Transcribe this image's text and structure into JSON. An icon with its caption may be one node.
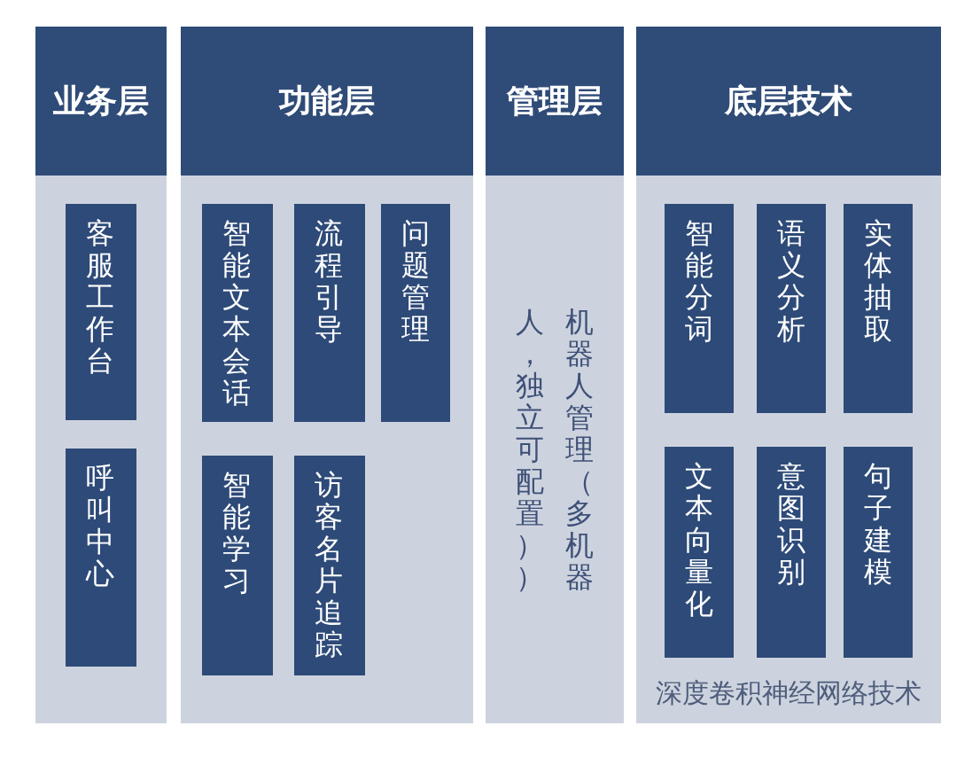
{
  "diagram": {
    "nodes": [
      {
        "text": [
          "业务层"
        ]
      },
      {
        "text": [
          "客服工作台"
        ],
        "in": 0
      },
      {
        "text": [
          "呼叫中心"
        ],
        "in": 0
      },
      {
        "text": [
          "功能层"
        ]
      },
      {
        "text": [
          "智能文本会话"
        ],
        "in": 3
      },
      {
        "text": [
          "流程引导"
        ],
        "in": 3
      },
      {
        "text": [
          "问题管理"
        ],
        "in": 3
      },
      {
        "text": [
          "智能学习"
        ],
        "in": 3
      },
      {
        "text": [
          "访客名片追踪"
        ],
        "in": 3
      },
      {
        "text": [
          "管理层",
          "机器人管理（多机器人，独立可配置））"
        ]
      },
      {
        "text": [
          "底层技术",
          "深度卷积神经网络技术"
        ]
      },
      {
        "text": [
          "智能分词"
        ],
        "in": 10
      },
      {
        "text": [
          "语义分析"
        ],
        "in": 10
      },
      {
        "text": [
          "实体抽取"
        ],
        "in": 10
      },
      {
        "text": [
          "文本向量化"
        ],
        "in": 10
      },
      {
        "text": [
          "意图识别"
        ],
        "in": 10
      },
      {
        "text": [
          "句子建模"
        ],
        "in": 10
      }
    ]
  }
}
